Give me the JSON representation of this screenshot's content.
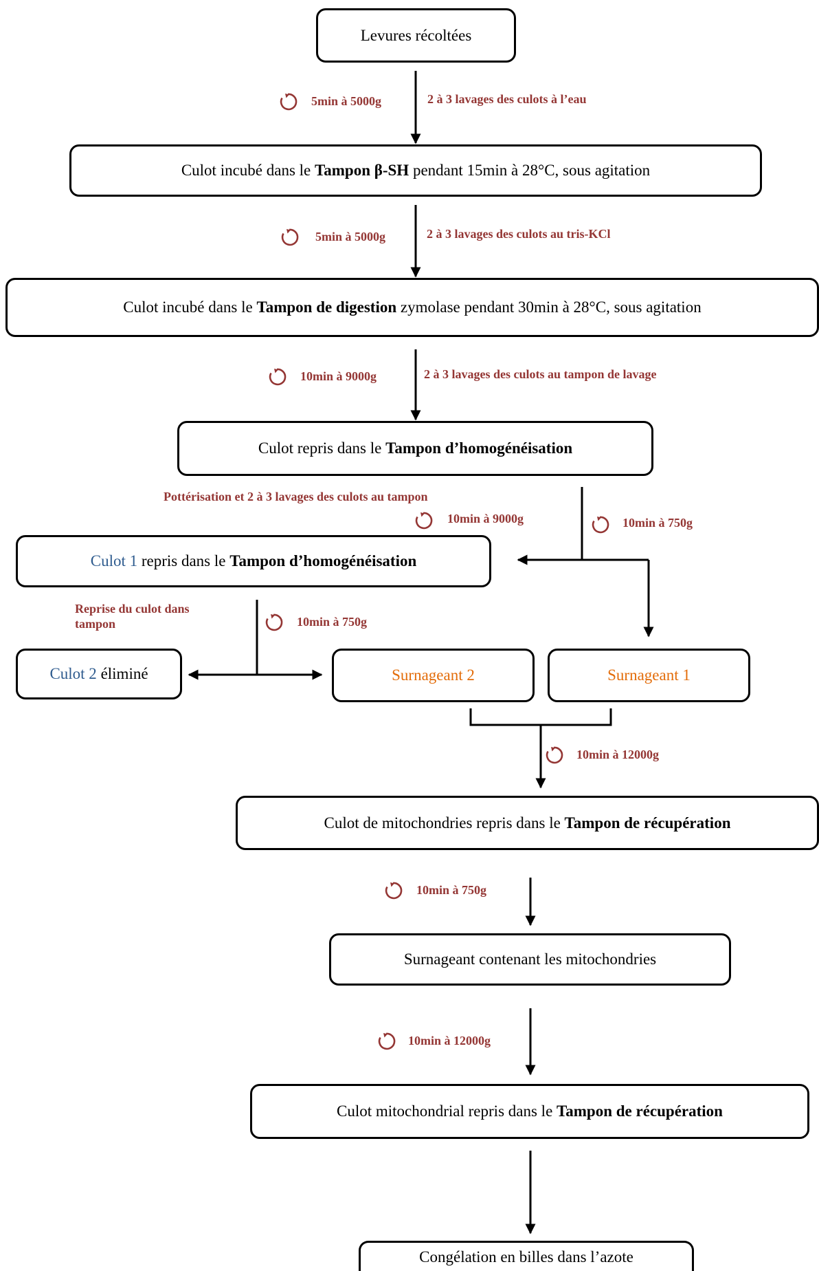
{
  "boxes": {
    "b1": "Levures récoltées",
    "b2": {
      "pre": "Culot incubé dans le ",
      "bold": "Tampon β-SH",
      "post": " pendant 15min à 28°C, sous agitation"
    },
    "b3": {
      "pre": "Culot incubé dans le ",
      "bold": "Tampon de digestion",
      "post": " zymolase pendant 30min à 28°C, sous agitation"
    },
    "b4": {
      "pre": "Culot repris dans le ",
      "bold": "Tampon d’homogénéisation"
    },
    "b5": {
      "colored": "Culot 1",
      "pre": " repris dans le ",
      "bold": "Tampon d’homogénéisation"
    },
    "b6": {
      "colored": "Culot 2",
      "post": " éliminé"
    },
    "b7": "Surnageant 2",
    "b8": "Surnageant 1",
    "b9": {
      "pre": "Culot de mitochondries repris dans le ",
      "bold": "Tampon de récupération"
    },
    "b10": "Surnageant contenant les mitochondries",
    "b11": {
      "pre": "Culot mitochondrial repris dans le ",
      "bold": "Tampon de récupération"
    },
    "b12": "Congélation en billes dans l’azote"
  },
  "labels": {
    "s1_spin": "5min à 5000g",
    "s1_wash": "2 à 3 lavages des culots à l’eau",
    "s2_spin": "5min à 5000g",
    "s2_wash": "2 à 3 lavages des culots au tris-KCl",
    "s3_spin": "10min à 9000g",
    "s3_wash": "2 à 3 lavages des culots au tampon de lavage",
    "s4_potter": "Pottérisation et 2 à 3 lavages des culots au tampon",
    "s4_spin_left": "10min à 9000g",
    "s4_spin_right": "10min à 750g",
    "s5_reprise": "Reprise du culot dans tampon",
    "s5_spin": "10min à 750g",
    "s6_spin": "10min à 12000g",
    "s7_spin": "10min à 750g",
    "s8_spin": "10min à 12000g"
  },
  "colors": {
    "label": "#943634",
    "culot_blue": "#2e5b8e",
    "surnageant_orange": "#e36c09"
  },
  "icons": [
    "rotation-icon"
  ]
}
